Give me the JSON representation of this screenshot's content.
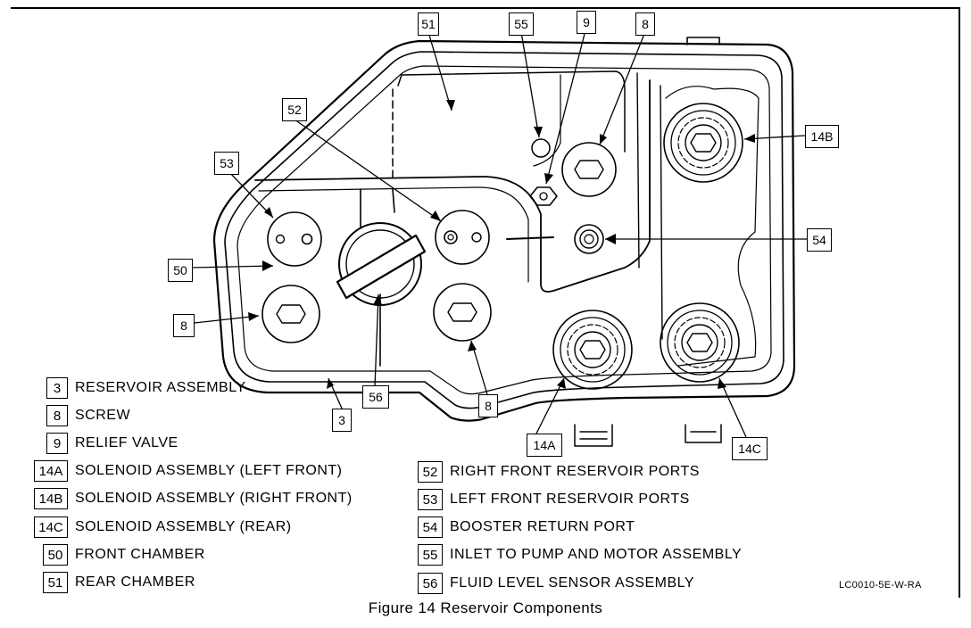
{
  "callouts": {
    "c51": "51",
    "c55": "55",
    "c9": "9",
    "c8_top": "8",
    "c14B": "14B",
    "c52": "52",
    "c53": "53",
    "c50": "50",
    "c8_left": "8",
    "c54": "54",
    "c3": "3",
    "c56": "56",
    "c8_bottom": "8",
    "c14A": "14A",
    "c14C": "14C"
  },
  "legend": [
    {
      "num": "3",
      "label": "RESERVOIR ASSEMBLY"
    },
    {
      "num": "8",
      "label": "SCREW"
    },
    {
      "num": "9",
      "label": "RELIEF VALVE"
    },
    {
      "num": "14A",
      "label": "SOLENOID ASSEMBLY (LEFT FRONT)"
    },
    {
      "num": "14B",
      "label": "SOLENOID ASSEMBLY (RIGHT FRONT)"
    },
    {
      "num": "14C",
      "label": "SOLENOID ASSEMBLY (REAR)"
    },
    {
      "num": "50",
      "label": "FRONT CHAMBER"
    },
    {
      "num": "51",
      "label": "REAR CHAMBER"
    },
    {
      "num": "52",
      "label": "RIGHT FRONT RESERVOIR PORTS"
    },
    {
      "num": "53",
      "label": "LEFT FRONT RESERVOIR PORTS"
    },
    {
      "num": "54",
      "label": "BOOSTER RETURN PORT"
    },
    {
      "num": "55",
      "label": "INLET TO PUMP AND MOTOR ASSEMBLY"
    },
    {
      "num": "56",
      "label": "FLUID LEVEL SENSOR ASSEMBLY"
    }
  ],
  "ref_code": "LC0010-5E-W-RA",
  "caption": "Figure 14 Reservoir Components"
}
